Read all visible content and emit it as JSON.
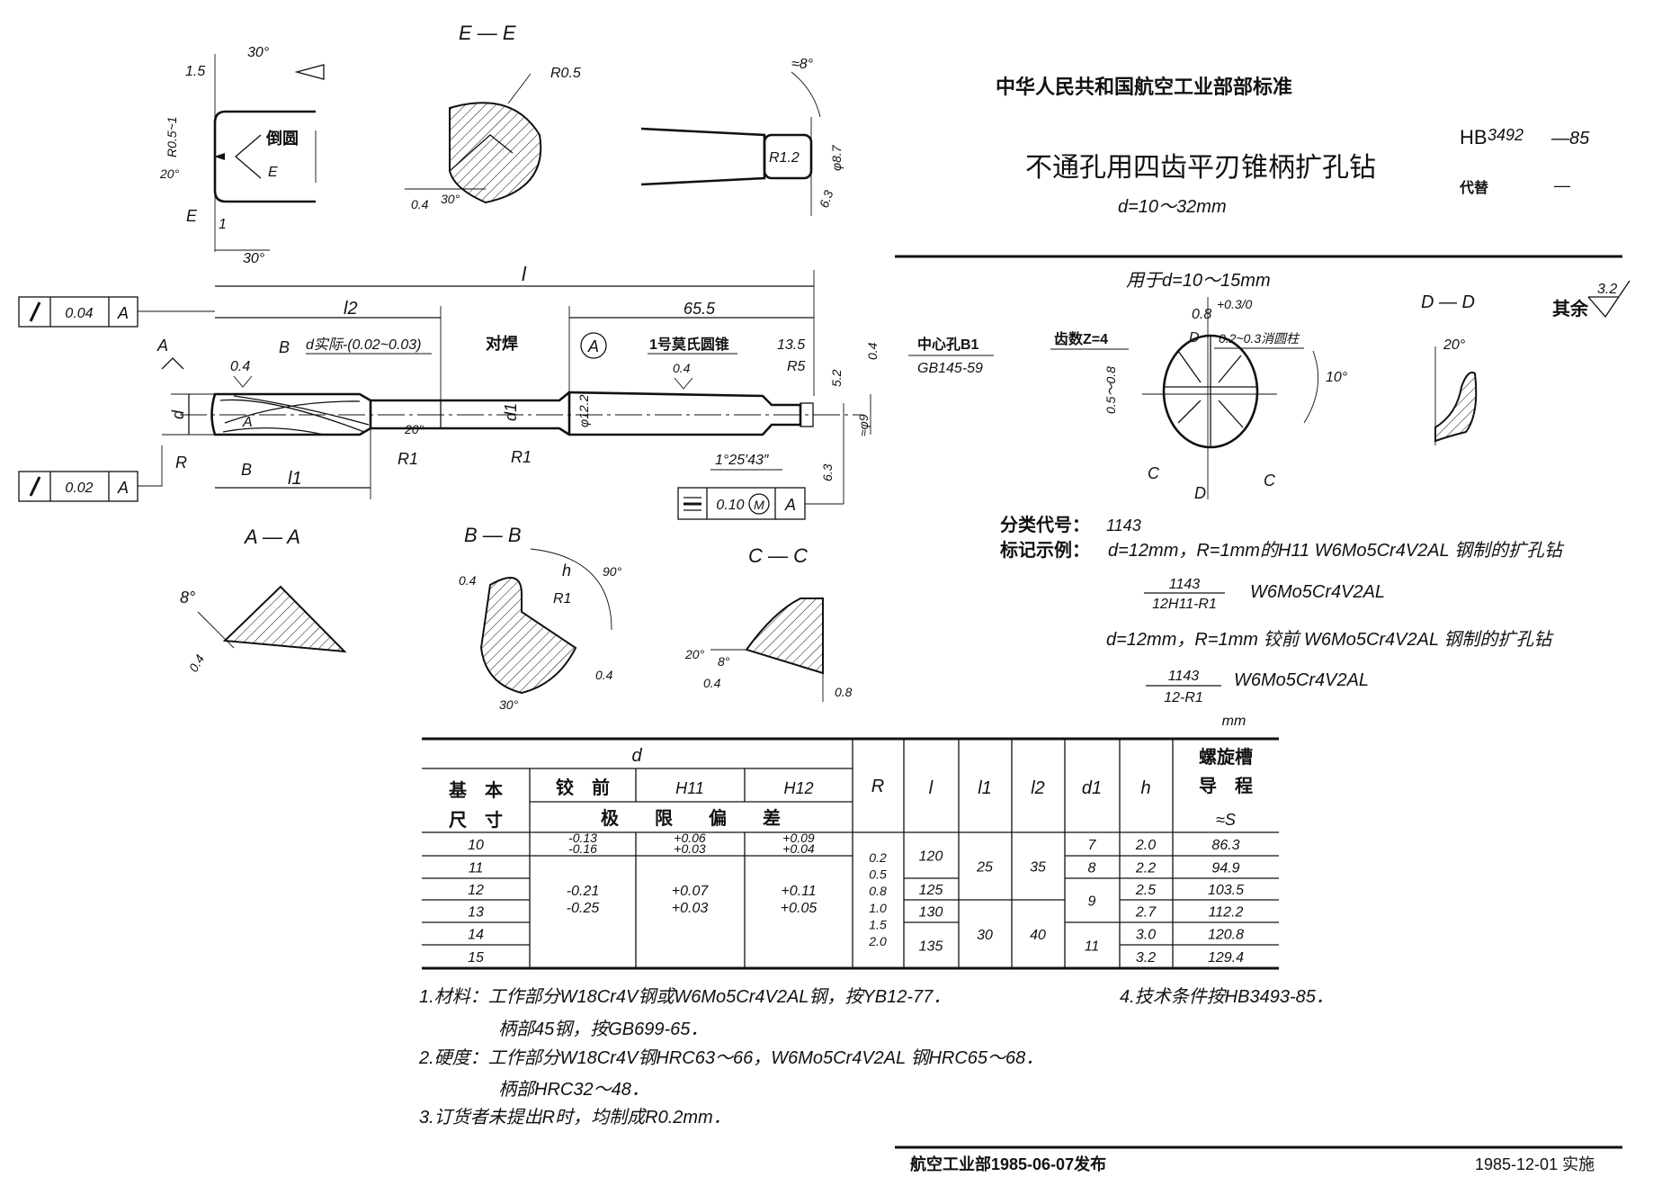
{
  "header": {
    "org": "中华人民共和国航空工业部部标准",
    "standard_prefix": "HB",
    "standard_number": "3492",
    "standard_year": "—85",
    "title": "不通孔用四齿平刃锥柄扩孔钻",
    "subtitle": "d=10～32mm",
    "replaces_label": "代替",
    "replaces_value": "—"
  },
  "drawing": {
    "section_ee": "E — E",
    "section_aa": "A — A",
    "section_bb": "B — B",
    "section_cc": "C — C",
    "section_dd": "D — D",
    "detail_e": {
      "dim_15": "1.5",
      "angle_30a": "30°",
      "r05_1": "R0.5~1",
      "chamfer": "倒圆",
      "e_mark": "E",
      "angle_20": "20°",
      "e_mark2": "E",
      "one": "1",
      "angle_30b": "30°"
    },
    "ee": {
      "r05": "R0.5",
      "rough": "0.4",
      "angle": "30°"
    },
    "tip": {
      "angle": "≈8°",
      "r12": "R1.2",
      "dia": "φ8.7",
      "rough": "6.3"
    },
    "main": {
      "l": "l",
      "l2": "l2",
      "l1": "l1",
      "dim_655": "65.5",
      "d_actual": "d实际-(0.02~0.03)",
      "butt_weld": "对焊",
      "datum_a": "A",
      "morse": "1号莫氏圆锥",
      "dim_135": "13.5",
      "rough_tail": "0.4",
      "center_hole_1": "中心孔B1",
      "center_hole_2": "GB145-59",
      "r5": "R5",
      "dim_52": "5.2",
      "dia9": "≈φ9",
      "rough_63": "6.3",
      "rough_04a": "0.4",
      "b_top": "B",
      "a_top": "A",
      "d": "d",
      "a_mid": "A",
      "angle_20": "20°",
      "d1": "d1",
      "dia122": "φ12.2",
      "rough_04b": "0.4",
      "r": "R",
      "b_bot": "B",
      "r1a": "R1",
      "r1b": "R1",
      "taper_angle": "1°25′43″"
    },
    "fcf": [
      {
        "symbol": "runout",
        "value": "0.04",
        "datum": "A"
      },
      {
        "symbol": "runout",
        "value": "0.02",
        "datum": "A"
      },
      {
        "symbol": "symmetry",
        "value": "0.10",
        "modifier": "M",
        "datum": "A"
      }
    ],
    "aa": {
      "angle": "8°",
      "rough": "0.4"
    },
    "bb": {
      "rough_a": "0.4",
      "h": "h",
      "r1": "R1",
      "angle_90": "90°",
      "rough_b": "0.4",
      "angle_30": "30°"
    },
    "cc": {
      "angle_20": "20°",
      "angle_8": "8°",
      "rough": "0.4",
      "dim_08": "0.8"
    },
    "end_view": {
      "caption": "用于d=10～15mm",
      "dim_08": "0.8",
      "dim_08_tol": "+0.3/0",
      "d_mark": "D",
      "margin": "0.2~0.3消圆柱",
      "teeth": "齿数Z=4",
      "dim_0508": "0.5～0.8",
      "angle_10": "10°",
      "c_left": "C",
      "c_right": "C",
      "d_bottom": "D"
    },
    "dd": {
      "angle": "20°"
    },
    "rest_roughness": {
      "label": "其余",
      "value": "3.2"
    }
  },
  "classification": {
    "code_label": "分类代号：",
    "code": "1143",
    "example_label": "标记示例：",
    "example1_text": "d=12mm，R=1mm的H11 W6Mo5Cr4V2AL 钢制的扩孔钻",
    "example1_num": "1143",
    "example1_den": "12H11-R1",
    "example1_mat": "W6Mo5Cr4V2AL",
    "example2_text": "d=12mm，R=1mm 铰前 W6Mo5Cr4V2AL 钢制的扩孔钻",
    "example2_num": "1143",
    "example2_den": "12-R1",
    "example2_mat": "W6Mo5Cr4V2AL"
  },
  "table": {
    "unit": "mm",
    "h_d": "d",
    "h_basic_1": "基　本",
    "h_basic_2": "尺　寸",
    "h_reamed": "铰　前",
    "h_h11": "H11",
    "h_h12": "H12",
    "h_limit": "极　　限　　偏　　差",
    "h_R": "R",
    "h_l": "l",
    "h_l1": "l1",
    "h_l2": "l2",
    "h_d1": "d1",
    "h_h": "h",
    "h_lead_1": "螺旋槽",
    "h_lead_2": "导　程",
    "h_lead_3": "≈S",
    "basic_sizes": [
      "10",
      "11",
      "12",
      "13",
      "14",
      "15"
    ],
    "dev_10": {
      "reamed": [
        "-0.13",
        "-0.16"
      ],
      "h11": [
        "+0.06",
        "+0.03"
      ],
      "h12": [
        "+0.09",
        "+0.04"
      ]
    },
    "dev_11_15": {
      "reamed": [
        "-0.21",
        "-0.25"
      ],
      "h11": [
        "+0.07",
        "+0.03"
      ],
      "h12": [
        "+0.11",
        "+0.05"
      ]
    },
    "R_values": [
      "0.2",
      "0.5",
      "0.8",
      "1.0",
      "1.5",
      "2.0"
    ],
    "l_values": [
      "120",
      "125",
      "130",
      "135"
    ],
    "l1_values": [
      "25",
      "30"
    ],
    "l2_values": [
      "35",
      "40"
    ],
    "d1_values": [
      "7",
      "8",
      "9",
      "11"
    ],
    "h_values": [
      "2.0",
      "2.2",
      "2.5",
      "2.7",
      "3.0",
      "3.2"
    ],
    "S_values": [
      "86.3",
      "94.9",
      "103.5",
      "112.2",
      "120.8",
      "129.4"
    ]
  },
  "notes": {
    "n1a": "1.材料：工作部分W18Cr4V钢或W6Mo5Cr4V2AL钢，按YB12-77．",
    "n1b": "柄部45钢，按GB699-65．",
    "n2a": "2.硬度：工作部分W18Cr4V钢HRC63～66，W6Mo5Cr4V2AL 钢HRC65～68．",
    "n2b": "柄部HRC32～48．",
    "n3": "3.订货者未提出R时，均制成R0.2mm．",
    "n4": "4.技术条件按HB3493-85．"
  },
  "footer": {
    "issued": "航空工业部1985-06-07发布",
    "effective": "1985-12-01 实施"
  }
}
